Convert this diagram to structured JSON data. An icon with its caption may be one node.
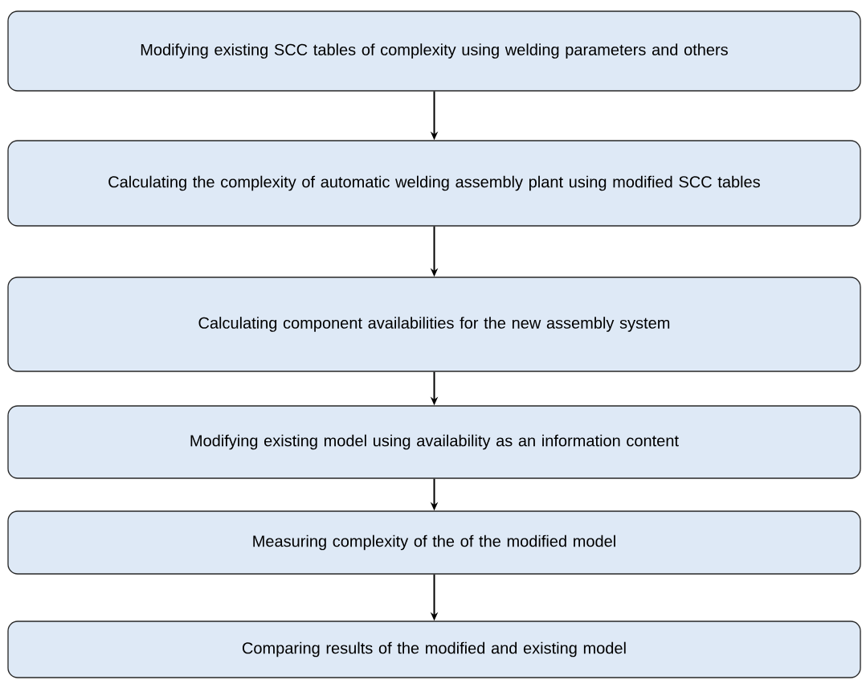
{
  "diagram": {
    "nodes": [
      {
        "text": [
          "Modifying existing SCC tables of complexity using welding parameters and others"
        ]
      },
      {
        "text": [
          "Calculating the complexity of automatic welding assembly plant using modified SCC tables"
        ]
      },
      {
        "text": [
          "Calculating component availabilities for the new assembly system"
        ]
      },
      {
        "text": [
          "Modifying existing model using availability as an information content"
        ]
      },
      {
        "text": [
          "Measuring complexity of the of the modified model"
        ]
      },
      {
        "text": [
          "Comparing results of the modified and existing model"
        ]
      }
    ],
    "edges": [
      {
        "from": 0,
        "to": 1,
        "arrow": "to"
      },
      {
        "from": 1,
        "to": 2,
        "arrow": "to"
      },
      {
        "from": 2,
        "to": 3,
        "arrow": "to"
      },
      {
        "from": 3,
        "to": 4,
        "arrow": "to"
      },
      {
        "from": 4,
        "to": 5,
        "arrow": "to"
      }
    ]
  }
}
